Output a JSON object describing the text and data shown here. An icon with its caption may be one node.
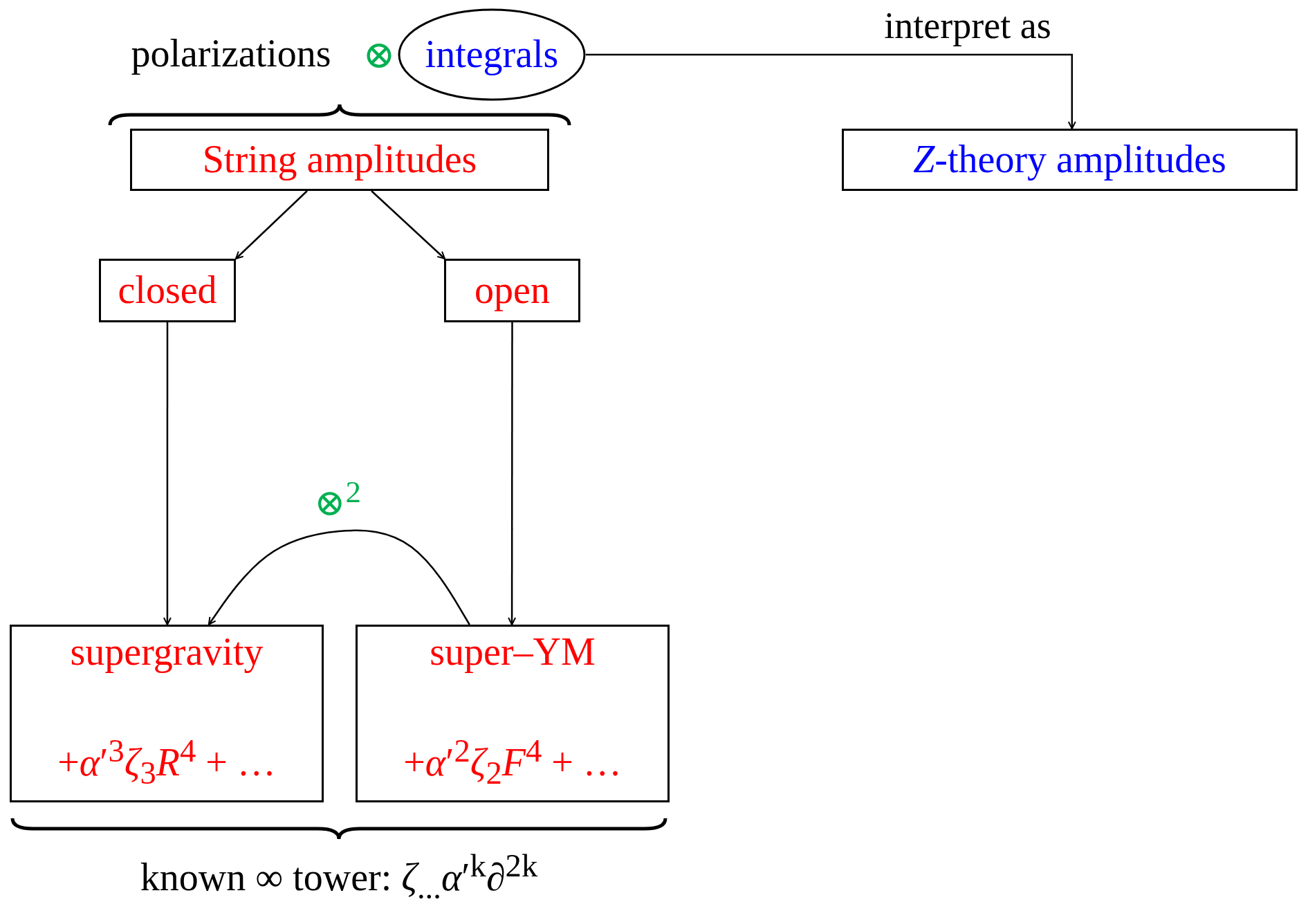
{
  "diagram": {
    "nodes": [
      {
        "text": [
          "integrals"
        ]
      },
      {
        "text": [
          "String amplitudes"
        ]
      },
      {
        "text": [
          "*Z*-theory amplitudes"
        ]
      },
      {
        "text": [
          "closed"
        ]
      },
      {
        "text": [
          "open"
        ]
      },
      {
        "text": [
          "supergravity",
          "+*α*′$^{3}$*ζ*$_{3}$*R*$^{4}$ + …"
        ]
      },
      {
        "text": [
          "super–YM",
          "+*α*′$^{2}$*ζ*$_{2}$*F*$^{4}$ + …"
        ]
      }
    ],
    "edges": [
      {
        "from": 0,
        "to": 2,
        "arrow": "to",
        "label": "interpret as"
      },
      {
        "from": 1,
        "to": 3,
        "arrow": "to"
      },
      {
        "from": 1,
        "to": 4,
        "arrow": "to"
      },
      {
        "from": 3,
        "to": 5,
        "arrow": "to"
      },
      {
        "from": 4,
        "to": 6,
        "arrow": "to"
      },
      {
        "from": 6,
        "to": 5,
        "arrow": "to",
        "label": "⊗$^{2}$"
      }
    ],
    "labels": [
      "polarizations",
      "⊗",
      "known ∞ tower: *ζ*$_{...}$*α*′$^{k}$*∂*$^{2k}$"
    ]
  }
}
